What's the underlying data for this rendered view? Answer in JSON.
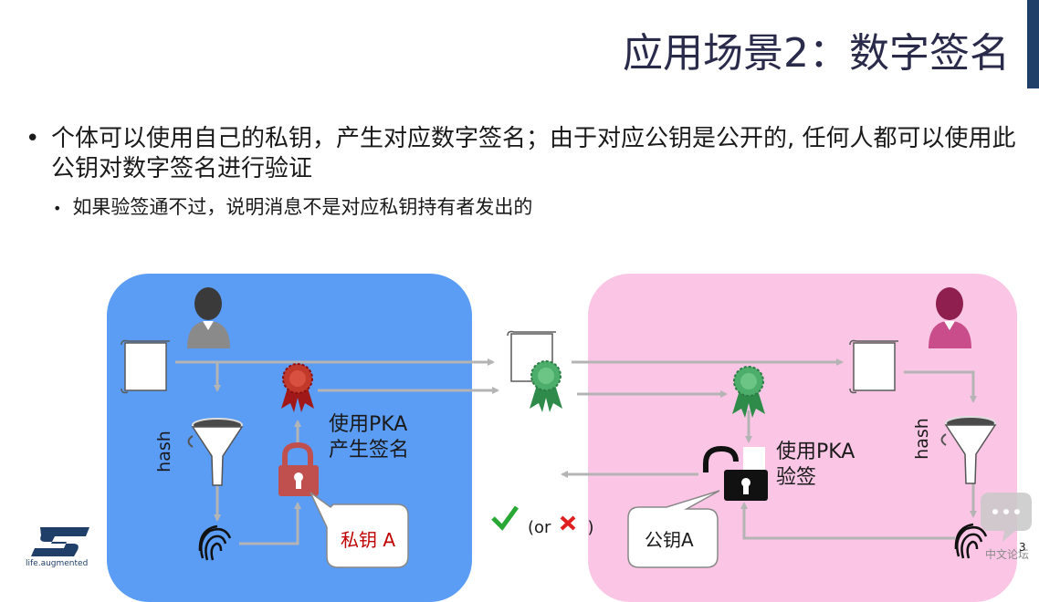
{
  "title": "应用场景2：数字签名",
  "bullets": {
    "main": "个体可以使用自己的私钥，产生对应数字签名；由于对应公钥是公开的, 任何人都可以使用此公钥对数字签名进行验证",
    "sub": "如果验签通不过，说明消息不是对应私钥持有者发出的",
    "dot": "•"
  },
  "diagram": {
    "sign_label_1": "使用PKA",
    "sign_label_2": "产生签名",
    "verify_label_1": "使用PKA",
    "verify_label_2": "验签",
    "hash_left": "hash",
    "hash_right": "hash",
    "private_key": "私钥 A",
    "public_key": "公钥A",
    "or_open": "(or",
    "or_close": ")",
    "check_symbol": "✔",
    "cross_symbol": "✖"
  },
  "colors": {
    "blue_panel": "#5b9cf5",
    "pink_panel": "#fbc6e5",
    "arrow": "#b4b4b4",
    "private_key_text": "#c00000",
    "check": "#2aa836",
    "cross": "#e02020",
    "logo": "#1f3e68"
  },
  "icons": [
    "user-icon",
    "document-icon",
    "funnel-icon",
    "fingerprint-icon",
    "lock-icon",
    "open-lock-icon",
    "seal-icon",
    "check-icon",
    "cross-icon",
    "chat-icon",
    "st-logo-icon"
  ],
  "footer": {
    "logo_tagline": "life.augmented",
    "page_number": "3",
    "watermark": "中文论坛"
  }
}
